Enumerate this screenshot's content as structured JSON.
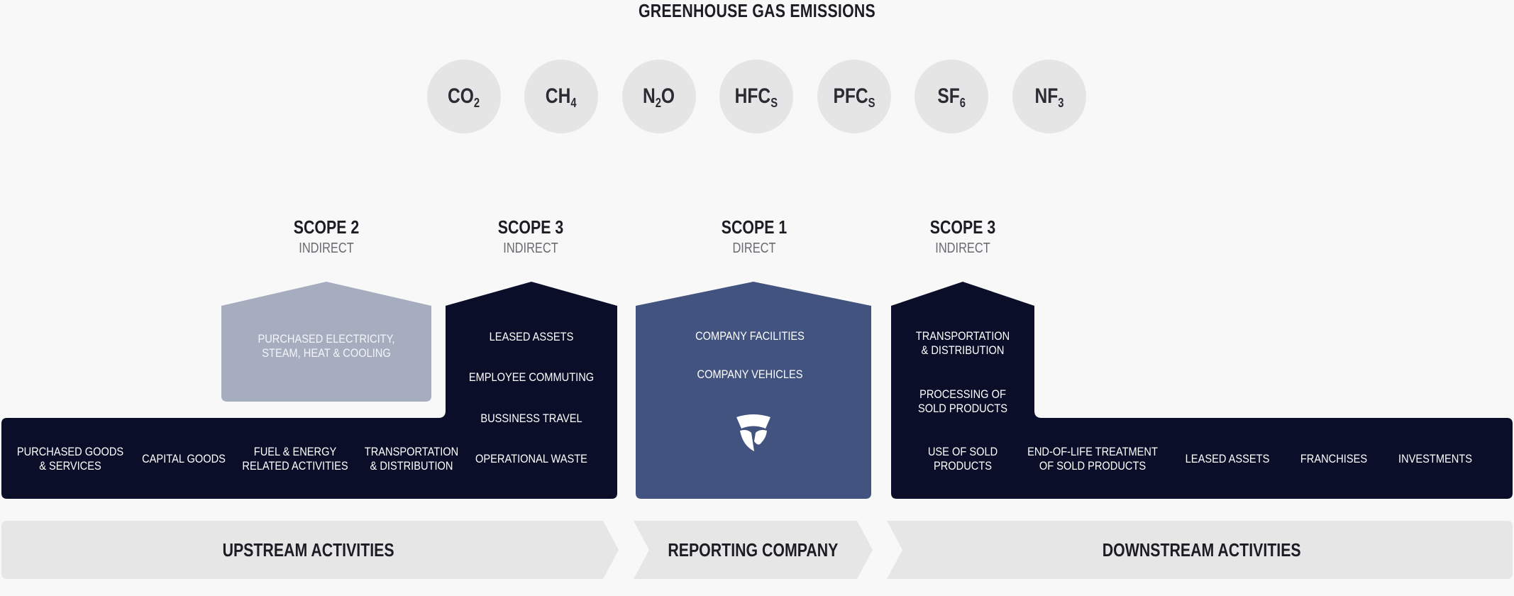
{
  "title": "GREENHOUSE GAS EMISSIONS",
  "gases": [
    {
      "base": "CO",
      "sub": "2"
    },
    {
      "base": "CH",
      "sub": "4"
    },
    {
      "base": "N",
      "sub": "2",
      "tail": "O"
    },
    {
      "base": "HFC",
      "sub": "S"
    },
    {
      "base": "PFC",
      "sub": "S"
    },
    {
      "base": "SF",
      "sub": "6"
    },
    {
      "base": "NF",
      "sub": "3"
    }
  ],
  "scopes": {
    "scope2": {
      "name": "SCOPE 2",
      "type": "INDIRECT"
    },
    "scope3_up": {
      "name": "SCOPE 3",
      "type": "INDIRECT"
    },
    "scope1": {
      "name": "SCOPE 1",
      "type": "DIRECT"
    },
    "scope3_down": {
      "name": "SCOPE 3",
      "type": "INDIRECT"
    }
  },
  "scope2_items": [
    "PURCHASED ELECTRICITY,\nSTEAM, HEAT & COOLING"
  ],
  "scope3_upstream_column": [
    "LEASED ASSETS",
    "EMPLOYEE COMMUTING",
    "BUSSINESS TRAVEL",
    "OPERATIONAL WASTE"
  ],
  "upstream_row": [
    "PURCHASED GOODS\n& SERVICES",
    "CAPITAL GOODS",
    "FUEL & ENERGY\nRELATED ACTIVITIES",
    "TRANSPORTATION\n& DISTRIBUTION"
  ],
  "scope1_items": [
    "COMPANY FACILITIES",
    "COMPANY VEHICLES"
  ],
  "scope3_downstream_column": [
    "TRANSPORTATION\n& DISTRIBUTION",
    "PROCESSING OF\nSOLD PRODUCTS"
  ],
  "downstream_row": [
    "USE OF SOLD\nPRODUCTS",
    "END-OF-LIFE TREATMENT\nOF SOLD PRODUCTS",
    "LEASED ASSETS",
    "FRANCHISES",
    "INVESTMENTS"
  ],
  "bands": {
    "upstream": "UPSTREAM ACTIVITIES",
    "reporting": "REPORTING COMPANY",
    "downstream": "DOWNSTREAM ACTIVITIES"
  },
  "colors": {
    "navy": "#0b0e29",
    "scope1_blue": "#43537f",
    "scope2_grey": "#a5adbf",
    "band_grey": "#e6e6e6",
    "gas_circle": "#e5e5e5"
  },
  "logo_icon": "company-logo-icon"
}
